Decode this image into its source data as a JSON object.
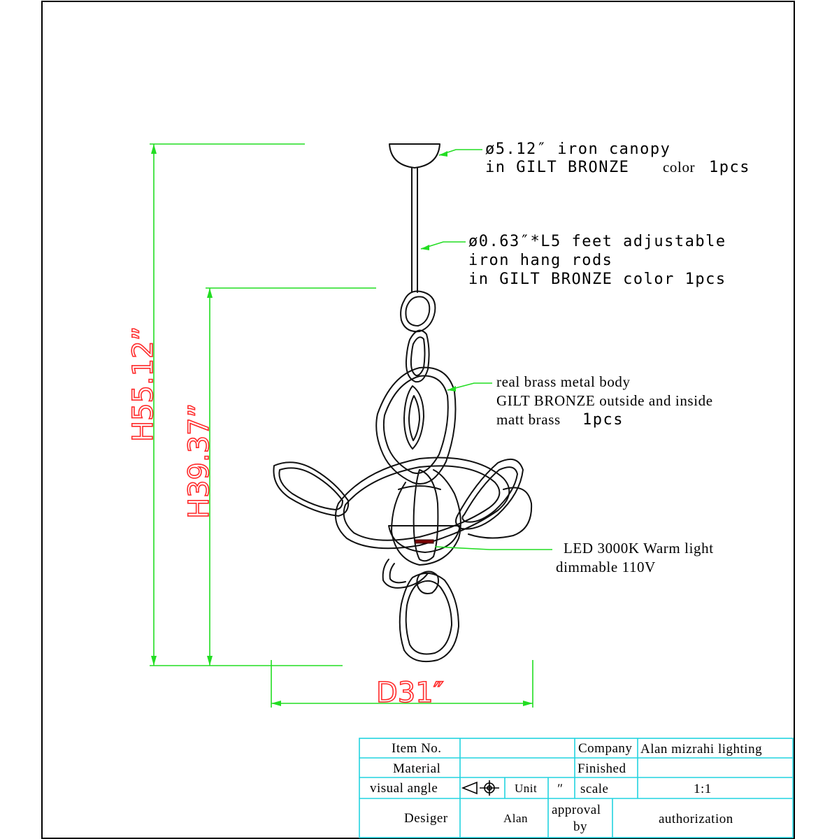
{
  "callouts": {
    "canopy": {
      "line1": "ø5.12″  iron canopy",
      "line2": "in GILT BRΟNZE",
      "line2b": "color",
      "line2c": "1pcs"
    },
    "rod": {
      "line1": "ø0.63″*L5 feet adjustable",
      "line2": "iron hang rods",
      "line3": "in GILT BRΟNZE color 1pcs"
    },
    "body": {
      "line1": "real brass metal body",
      "line2": "GILT BRONZE outside and inside",
      "line3": "matt brass",
      "line3b": "1pcs"
    },
    "led": {
      "line1": "LED 3000K Warm light",
      "line2": "dimmable 110V"
    }
  },
  "dimensions": {
    "overall_height": "H55.12”",
    "body_height": "H39.37”",
    "diameter": "D31″"
  },
  "title_block": {
    "item_no_label": "Item No.",
    "item_no_value": "",
    "company_label": "Company",
    "company_value": "Alan mizrahi lighting",
    "material_label": "Material",
    "material_value": "",
    "finished_label": "Finished",
    "finished_value": "",
    "visual_angle_label": "visual angle",
    "unit_label": "Unit",
    "unit_value": "″",
    "scale_label": "scale",
    "scale_value": "1:1",
    "designer_label": "Desiger",
    "designer_value": "Alan",
    "approval_label_1": "approval",
    "approval_label_2": "by",
    "authorization_label": "authorization"
  },
  "colors": {
    "dimension_lines": "#22dd22",
    "dimension_text": "#ff2a2a",
    "title_block_lines": "#22d4e0",
    "drawing_lines": "#111111"
  },
  "icons": [
    "projection-symbol-icon"
  ]
}
